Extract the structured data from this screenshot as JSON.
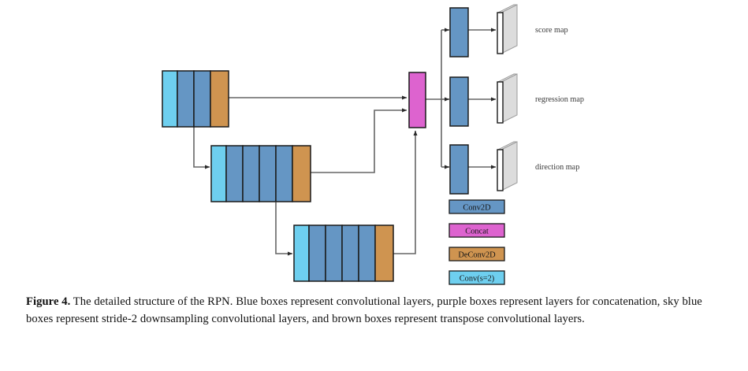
{
  "figure": {
    "number": "Figure 4.",
    "caption_text": " The detailed structure of the RPN. Blue boxes represent convolutional layers, purple boxes represent layers for concatenation, sky blue boxes represent stride-2 downsampling convolutional layers, and brown boxes represent transpose convolutional layers."
  },
  "colors": {
    "sky_blue": "#6ECFEF",
    "conv_blue": "#6596C4",
    "deconv_brown": "#CF9450",
    "concat_magenta": "#DD63CF",
    "map_face": "#FFFFFF",
    "map_body": "#DCDCDC",
    "stroke": "#1a1a1a",
    "arrow": "#555555"
  },
  "diagram": {
    "stage1": {
      "name": "stage-1-block",
      "segments": [
        {
          "type": "Conv(s=2)",
          "color_key": "sky_blue"
        },
        {
          "type": "Conv2D",
          "color_key": "conv_blue"
        },
        {
          "type": "Conv2D",
          "color_key": "conv_blue"
        },
        {
          "type": "DeConv2D",
          "color_key": "deconv_brown"
        }
      ]
    },
    "stage2": {
      "name": "stage-2-block",
      "segments": [
        {
          "type": "Conv(s=2)",
          "color_key": "sky_blue"
        },
        {
          "type": "Conv2D",
          "color_key": "conv_blue"
        },
        {
          "type": "Conv2D",
          "color_key": "conv_blue"
        },
        {
          "type": "Conv2D",
          "color_key": "conv_blue"
        },
        {
          "type": "Conv2D",
          "color_key": "conv_blue"
        },
        {
          "type": "DeConv2D",
          "color_key": "deconv_brown"
        }
      ]
    },
    "stage3": {
      "name": "stage-3-block",
      "segments": [
        {
          "type": "Conv(s=2)",
          "color_key": "sky_blue"
        },
        {
          "type": "Conv2D",
          "color_key": "conv_blue"
        },
        {
          "type": "Conv2D",
          "color_key": "conv_blue"
        },
        {
          "type": "Conv2D",
          "color_key": "conv_blue"
        },
        {
          "type": "Conv2D",
          "color_key": "conv_blue"
        },
        {
          "type": "DeConv2D",
          "color_key": "deconv_brown"
        }
      ]
    },
    "concat": {
      "name": "concat-block",
      "type": "Concat",
      "color_key": "concat_magenta"
    },
    "heads": [
      {
        "conv_type": "Conv2D",
        "output_label": "score map"
      },
      {
        "conv_type": "Conv2D",
        "output_label": "regression map"
      },
      {
        "conv_type": "Conv2D",
        "output_label": "direction map"
      }
    ]
  },
  "legend": {
    "items": [
      {
        "label": "Conv2D",
        "color_key": "conv_blue"
      },
      {
        "label": "Concat",
        "color_key": "concat_magenta"
      },
      {
        "label": "DeConv2D",
        "color_key": "deconv_brown"
      },
      {
        "label": "Conv(s=2)",
        "color_key": "sky_blue"
      }
    ]
  }
}
